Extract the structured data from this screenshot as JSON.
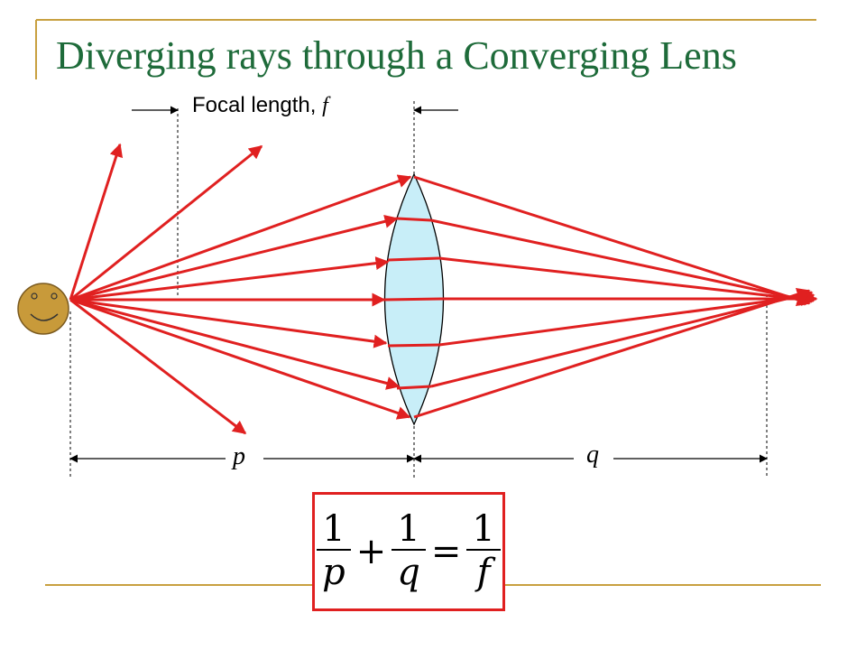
{
  "title": "Diverging rays through a Converging Lens",
  "focal_label": {
    "text": "Focal length, ",
    "symbol": "f"
  },
  "distances": {
    "object": "p",
    "image": "q"
  },
  "formula": {
    "terms": [
      {
        "num": "1",
        "den": "p"
      },
      {
        "num": "1",
        "den": "q"
      },
      {
        "num": "1",
        "den": "f"
      }
    ],
    "plus": "+",
    "equals": "="
  },
  "colors": {
    "title": "#1e6b3a",
    "rays": "#e02020",
    "lens_fill": "#c8eef8",
    "face": "#c89a3a",
    "frame_lines": "#c8a040"
  }
}
